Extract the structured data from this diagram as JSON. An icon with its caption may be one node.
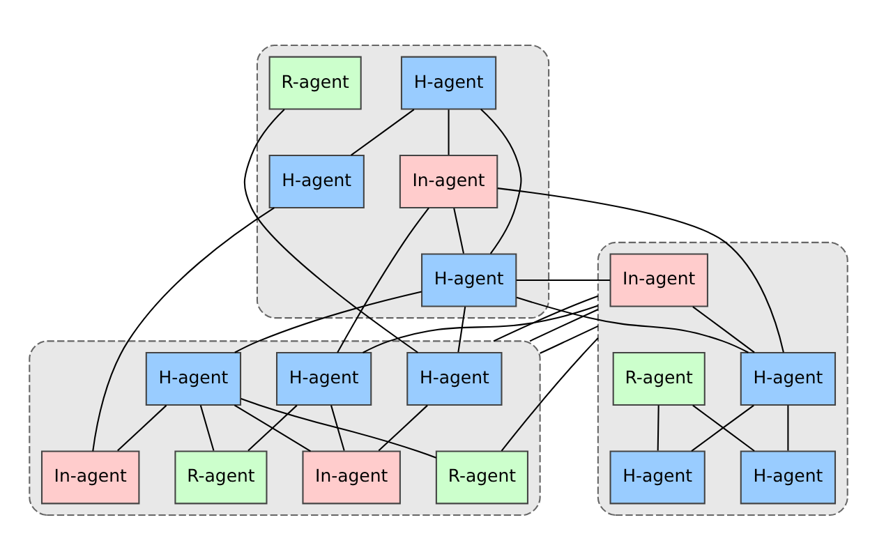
{
  "diagram": {
    "nodes": [
      {
        "text": [],
        "shape": "cloud"
      },
      {
        "text": [
          "H-agent"
        ],
        "in": 0
      },
      {
        "text": [
          "In-agent"
        ],
        "in": 0
      },
      {
        "text": [
          "H-agent"
        ],
        "in": 0
      },
      {
        "text": [
          "H-agent"
        ],
        "in": 0
      },
      {
        "text": [
          "R-agent"
        ],
        "in": 0
      },
      {
        "text": [],
        "shape": "cloud"
      },
      {
        "text": [
          "In-agent"
        ],
        "in": 6
      },
      {
        "text": [
          "R-agent"
        ],
        "in": 6
      },
      {
        "text": [
          "H-agent"
        ],
        "in": 6
      },
      {
        "text": [
          "H-agent"
        ],
        "in": 6
      },
      {
        "text": [
          "H-agent"
        ],
        "in": 6
      },
      {
        "text": [],
        "shape": "cloud"
      },
      {
        "text": [
          "H-agent"
        ],
        "in": 12
      },
      {
        "text": [
          "H-agent"
        ],
        "in": 12
      },
      {
        "text": [
          "H-agent"
        ],
        "in": 12
      },
      {
        "text": [
          "In-agent"
        ],
        "in": 12
      },
      {
        "text": [
          "In-agent"
        ],
        "in": 12
      },
      {
        "text": [
          "R-agent"
        ],
        "in": 12
      },
      {
        "text": [
          "R-agent"
        ],
        "in": 12
      }
    ],
    "edges": [
      {
        "from": 1,
        "to": 2,
        "arrow": "none"
      },
      {
        "from": 1,
        "to": 3,
        "arrow": "none"
      },
      {
        "from": 1,
        "to": 4,
        "arrow": "none"
      },
      {
        "from": 2,
        "to": 4,
        "arrow": "none"
      },
      {
        "from": 7,
        "to": 4,
        "arrow": "none"
      },
      {
        "from": 2,
        "to": 10,
        "arrow": "none"
      },
      {
        "from": 2,
        "to": 15,
        "arrow": "none"
      },
      {
        "from": 4,
        "to": 10,
        "arrow": "none"
      },
      {
        "from": 4,
        "to": 14,
        "arrow": "none"
      },
      {
        "from": 4,
        "to": 13,
        "arrow": "none"
      },
      {
        "from": 3,
        "to": 16,
        "arrow": "none"
      },
      {
        "from": 5,
        "to": 13,
        "arrow": "none"
      },
      {
        "from": 7,
        "to": 10,
        "arrow": "none"
      },
      {
        "from": 8,
        "to": 9,
        "arrow": "none"
      },
      {
        "from": 8,
        "to": 11,
        "arrow": "none"
      },
      {
        "from": 10,
        "to": 9,
        "arrow": "none"
      },
      {
        "from": 10,
        "to": 11,
        "arrow": "none"
      },
      {
        "from": 6,
        "to": 12,
        "arrow": "none"
      },
      {
        "from": 6,
        "to": 12,
        "arrow": "none"
      },
      {
        "from": 6,
        "to": 12,
        "arrow": "none"
      },
      {
        "from": 6,
        "to": 15,
        "arrow": "none"
      },
      {
        "from": 6,
        "to": 19,
        "arrow": "none"
      },
      {
        "from": 14,
        "to": 16,
        "arrow": "none"
      },
      {
        "from": 14,
        "to": 18,
        "arrow": "none"
      },
      {
        "from": 14,
        "to": 19,
        "arrow": "none"
      },
      {
        "from": 14,
        "to": 17,
        "arrow": "none"
      },
      {
        "from": 13,
        "to": 17,
        "arrow": "none"
      },
      {
        "from": 15,
        "to": 18,
        "arrow": "none"
      },
      {
        "from": 15,
        "to": 17,
        "arrow": "none"
      }
    ]
  }
}
